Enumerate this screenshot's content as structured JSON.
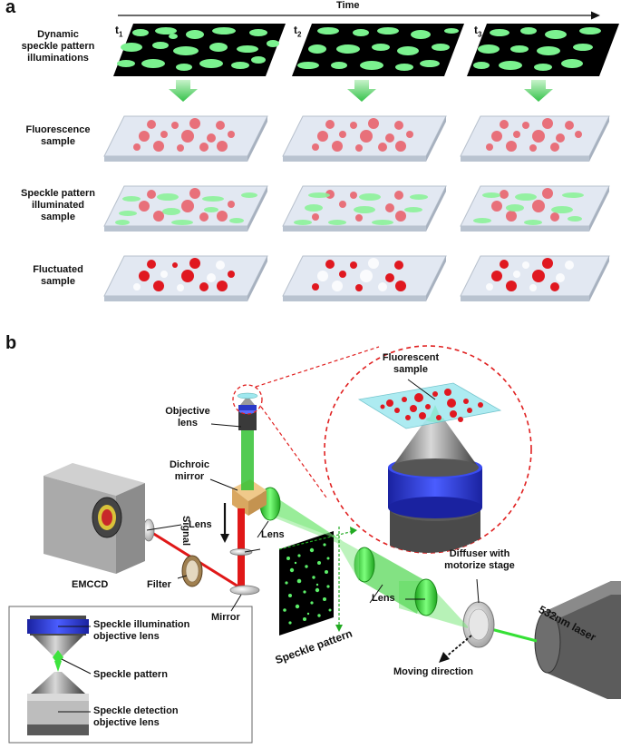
{
  "panel_a": {
    "letter": "a",
    "time_label": "Time",
    "times": [
      "t",
      "t",
      "t"
    ],
    "time_subs": [
      "1",
      "2",
      "3"
    ],
    "rows": [
      {
        "label_lines": [
          "Dynamic",
          "speckle pattern",
          "illuminations"
        ]
      },
      {
        "label_lines": [
          "Fluorescence",
          "sample"
        ]
      },
      {
        "label_lines": [
          "Speckle pattern",
          "illuminated",
          "sample"
        ]
      },
      {
        "label_lines": [
          "Fluctuated",
          "sample"
        ]
      }
    ]
  },
  "panel_b": {
    "letter": "b",
    "labels": {
      "fluorescent_sample": [
        "Fluorescent",
        "sample"
      ],
      "objective_lens": [
        "Objective",
        "lens"
      ],
      "dichroic_mirror": [
        "Dichroic",
        "mirror"
      ],
      "signal": "Signal",
      "lens_left": "Lens",
      "lens_middle": "Lens",
      "lens_right": "Lens",
      "emccd": "EMCCD",
      "filter": "Filter",
      "mirror": "Mirror",
      "diffuser": [
        "Diffuser with",
        "motorize stage"
      ],
      "laser": "532nm laser",
      "moving_direction": "Moving direction",
      "speckle_pattern": "Speckle pattern"
    },
    "inset": {
      "illumination_obj": [
        "Speckle illumination",
        "objective lens"
      ],
      "speckle": "Speckle pattern",
      "detection_obj": [
        "Speckle detection",
        "objective lens"
      ]
    }
  },
  "colors": {
    "speckle_green": "#79f08c",
    "beam_green": "#33dd33",
    "beam_red": "#e01818",
    "dots_red": "#e96a72",
    "slide_blue": "#dfe7f2",
    "ring_blue": "#2a39c8",
    "dashed_red": "#e02020"
  }
}
